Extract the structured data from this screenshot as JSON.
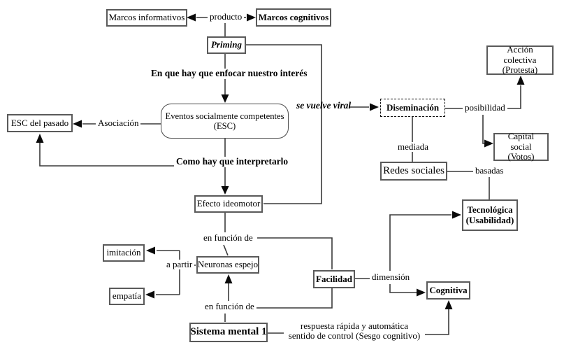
{
  "diagram": {
    "language": "es",
    "colors": {
      "background": "#ffffff",
      "line": "#3a3a3a",
      "box_border": "#5a5a5a",
      "text": "#000000"
    }
  },
  "nodes": {
    "marcos_informativos": {
      "label": "Marcos informativos"
    },
    "marcos_cognitivos": {
      "label": "Marcos cognitivos"
    },
    "priming": {
      "label": "Priming"
    },
    "esc": {
      "line1": "Eventos socialmente competentes",
      "line2": "(ESC)"
    },
    "esc_pasado": {
      "label": "ESC del pasado"
    },
    "efecto_ideomotor": {
      "label": "Efecto ideomotor"
    },
    "diseminacion": {
      "label": "Diseminación"
    },
    "accion_colectiva": {
      "line1": "Acción colectiva",
      "line2": "(Protesta)"
    },
    "capital_social": {
      "line1": "Capital social",
      "line2": "(Votos)"
    },
    "redes_sociales": {
      "label": "Redes sociales"
    },
    "tecnologica": {
      "line1": "Tecnológica",
      "line2": "(Usabilidad)"
    },
    "cognitiva": {
      "label": "Cognitiva"
    },
    "facilidad": {
      "label": "Facilidad"
    },
    "neuronas_espejo": {
      "label": "Neuronas espejo"
    },
    "imitacion": {
      "label": "imitación"
    },
    "empatia": {
      "label": "empatía"
    },
    "sistema_mental_1": {
      "label": "Sistema mental 1"
    }
  },
  "edge_labels": {
    "producto": "producto",
    "enfocar": "En que hay que enfocar nuestro interés",
    "asociacion": "Asociación",
    "interpretarlo": "Como hay que interpretarlo",
    "se_vuelve_viral": "se vuelve viral",
    "posibilidad": "posibilidad",
    "mediada": "mediada",
    "basadas": "basadas",
    "dimension": "dimensión",
    "a_partir": "a partir",
    "en_funcion_de_sup": "en función de",
    "en_funcion_de_inf": "en función de",
    "respuesta_linea1": "respuesta rápida y automática",
    "respuesta_linea2": "sentido de control (Sesgo cognitivo)"
  }
}
